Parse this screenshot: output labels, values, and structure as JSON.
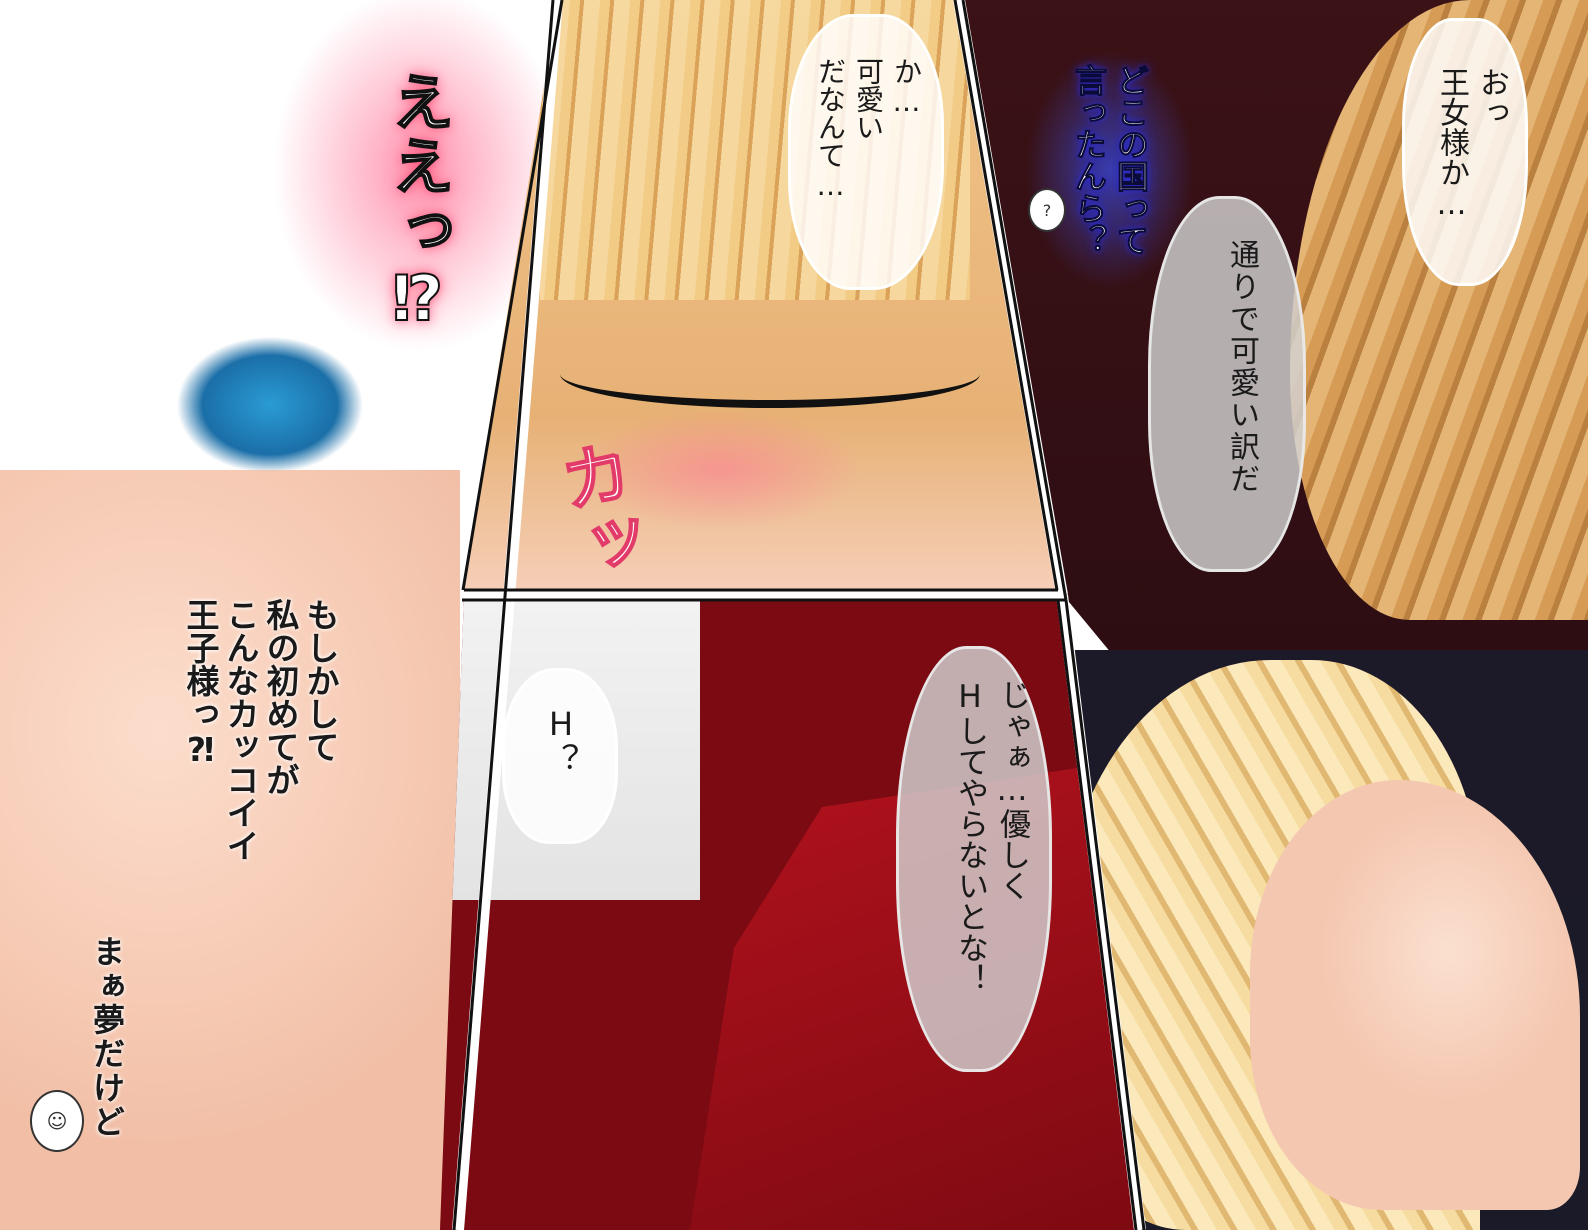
{
  "panel1": {
    "exclaim": "ええっ⁉",
    "monologue": [
      "もしかして",
      "私の初めてが",
      "こんなカッコイイ",
      "王子様っ⁈"
    ],
    "aside": "まぁ夢だけど"
  },
  "panel2": {
    "bubble": [
      "か…",
      "可愛い",
      "だなんて…"
    ],
    "sfx": "カッ"
  },
  "panel3": {
    "whisper": [
      "どこの国って",
      "言ったんら？"
    ],
    "bubble_top": [
      "おっ",
      "王女様か…"
    ],
    "bubble_mid": [
      "通りで可愛い訳だ"
    ]
  },
  "panel4": {
    "bubble_small": [
      "H",
      "？"
    ],
    "bubble_main": [
      "じゃぁ…優しく",
      "Hしてやらないとな！"
    ]
  },
  "icons": {
    "chibi_small": "confused-chibi-face-icon",
    "chibi_bottom": "princess-chibi-face-icon"
  }
}
